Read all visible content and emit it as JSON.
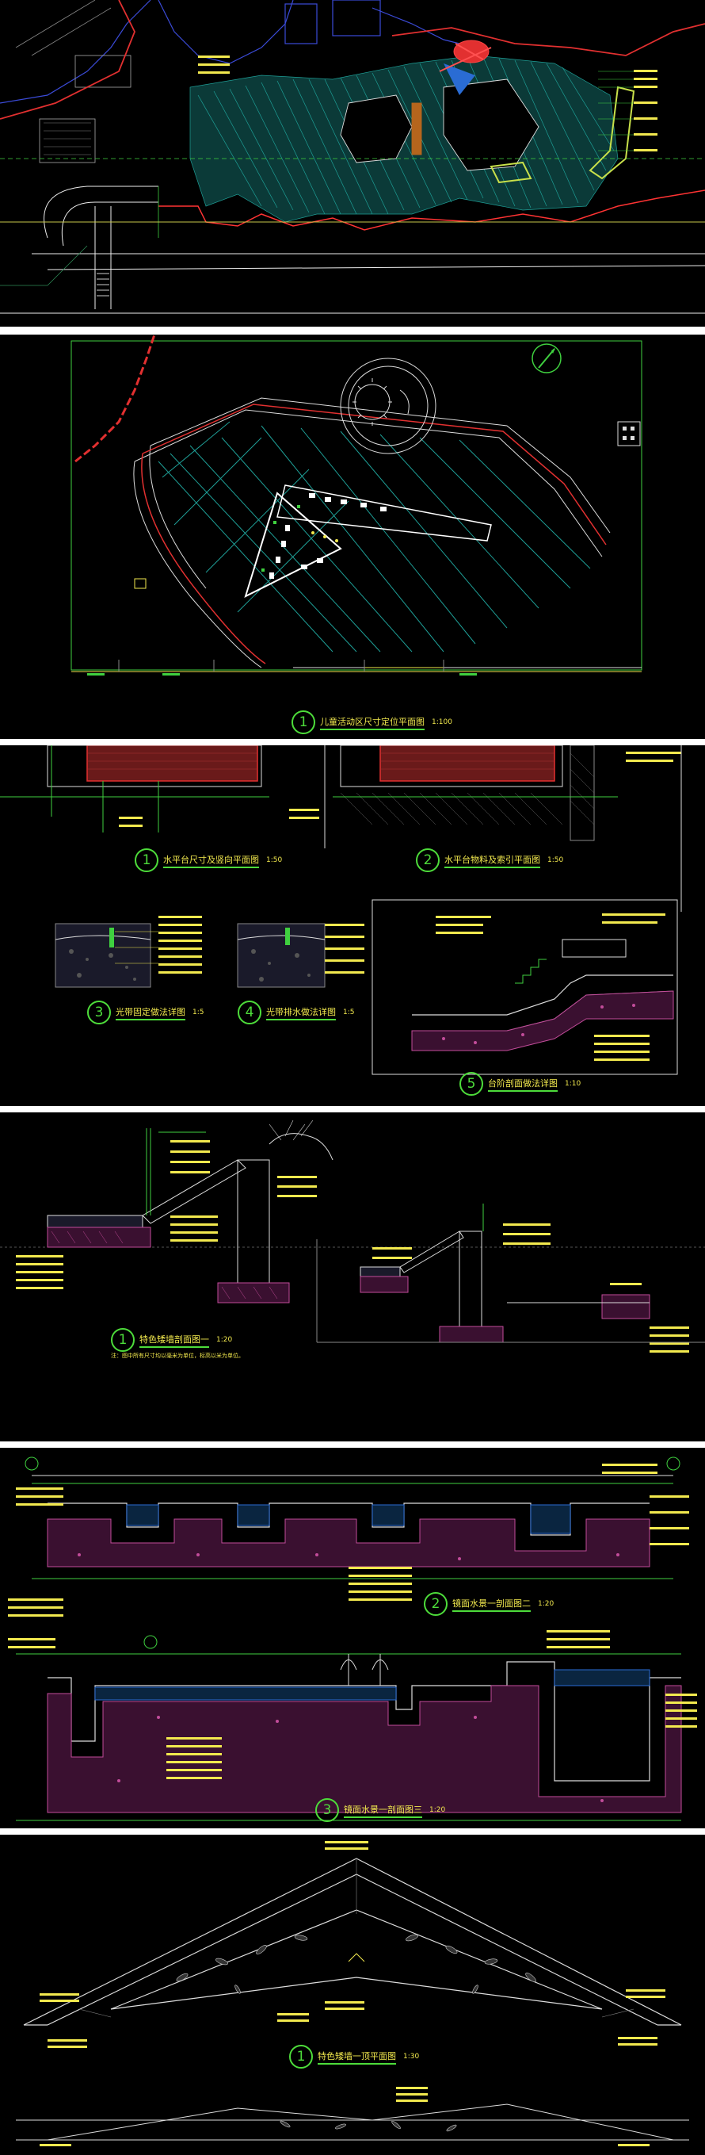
{
  "sheets": {
    "s1": {},
    "s2": {
      "title": {
        "num": "1",
        "text": "儿童活动区尺寸定位平面图",
        "scale": "1:100"
      }
    },
    "s3": {
      "titles": [
        {
          "num": "1",
          "text": "水平台尺寸及竖向平面图",
          "scale": "1:50"
        },
        {
          "num": "2",
          "text": "水平台物料及索引平面图",
          "scale": "1:50"
        },
        {
          "num": "3",
          "text": "光带固定做法详图",
          "scale": "1:5"
        },
        {
          "num": "4",
          "text": "光带排水做法详图",
          "scale": "1:5"
        },
        {
          "num": "5",
          "text": "台阶剖面做法详图",
          "scale": "1:10"
        }
      ]
    },
    "s4": {
      "title": {
        "num": "1",
        "text": "特色矮墙剖面图一",
        "scale": "1:20"
      },
      "note": "注：图中所有尺寸均以毫米为单位，标高以米为单位。"
    },
    "s5": {
      "titles": [
        {
          "num": "2",
          "text": "镜面水景一剖面图二",
          "scale": "1:20"
        },
        {
          "num": "3",
          "text": "镜面水景一剖面图三",
          "scale": "1:20"
        }
      ]
    },
    "s6": {
      "title": {
        "num": "1",
        "text": "特色矮墙一顶平面图",
        "scale": "1:30"
      }
    }
  }
}
